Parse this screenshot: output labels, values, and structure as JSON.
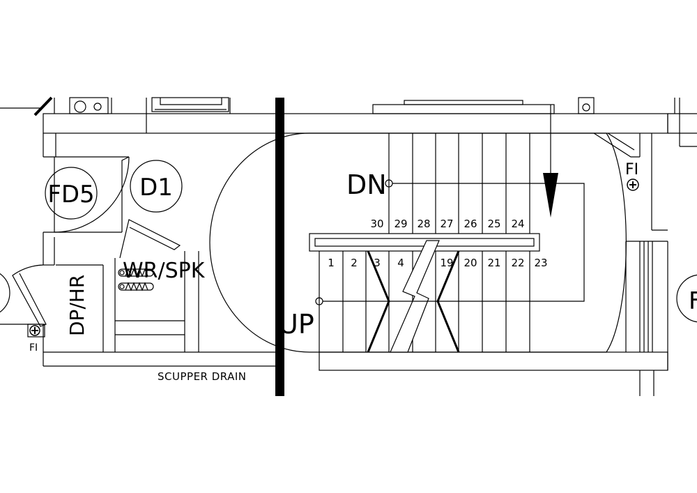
{
  "labels": {
    "fd5": "FD5",
    "d1": "D1",
    "dn": "DN",
    "up": "UP",
    "wr_spk": "WR/SPK",
    "dp_hr": "DP/HR",
    "fi_right": "FI",
    "fi_left": "FI",
    "scupper": "SCUPPER DRAIN",
    "edge_right": "F"
  },
  "treads_upper": [
    "30",
    "29",
    "28",
    "27",
    "26",
    "25",
    "24"
  ],
  "treads_lower": [
    "1",
    "2",
    "3",
    "4",
    "19",
    "20",
    "21",
    "22",
    "23"
  ]
}
